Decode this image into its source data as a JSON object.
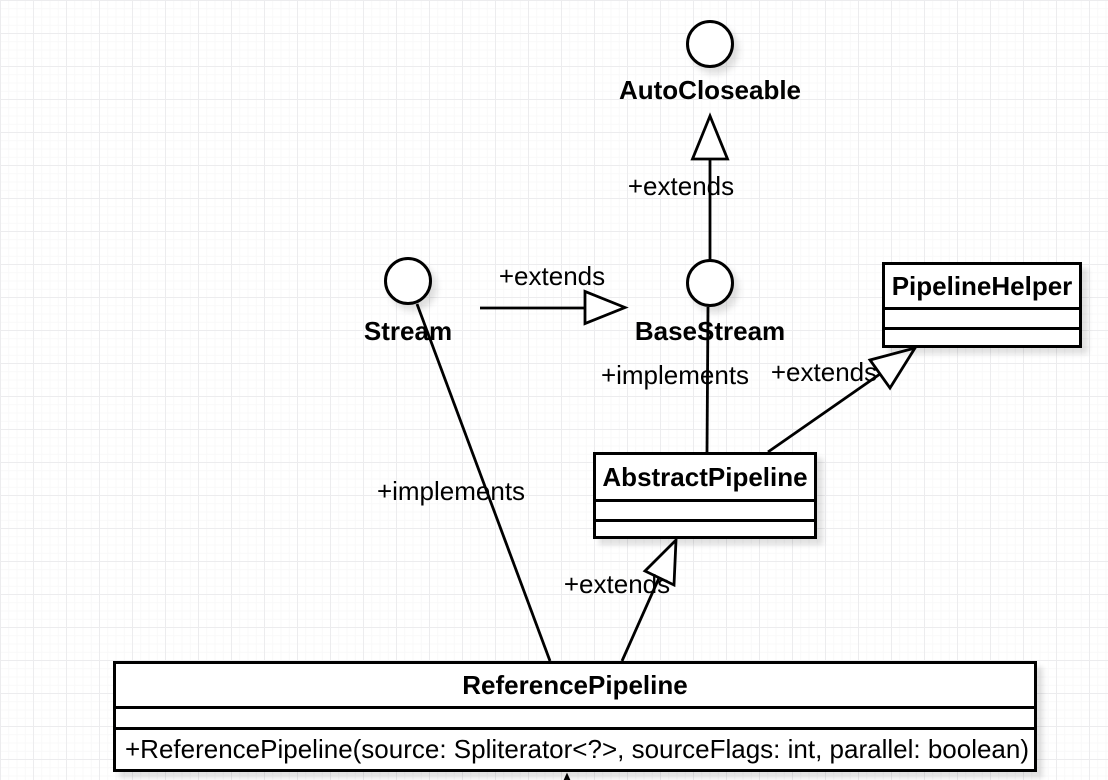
{
  "diagram": {
    "type": "uml-class-diagram",
    "nodes": {
      "autocloseable": {
        "label": "AutoCloseable",
        "kind": "interface"
      },
      "stream": {
        "label": "Stream",
        "kind": "interface"
      },
      "basestream": {
        "label": "BaseStream",
        "kind": "interface"
      },
      "pipelinehelper": {
        "label": "PipelineHelper",
        "kind": "class",
        "attributes": "",
        "methods": ""
      },
      "abstractpipeline": {
        "label": "AbstractPipeline",
        "kind": "class",
        "attributes": "",
        "methods": ""
      },
      "referencepipeline": {
        "label": "ReferencePipeline",
        "kind": "class",
        "attributes": "",
        "methods": "+ReferencePipeline(source: Spliterator<?>, sourceFlags: int, parallel: boolean)"
      }
    },
    "edges": [
      {
        "from": "BaseStream",
        "to": "AutoCloseable",
        "label": "+extends"
      },
      {
        "from": "Stream",
        "to": "BaseStream",
        "label": "+extends"
      },
      {
        "from": "AbstractPipeline",
        "to": "BaseStream",
        "label": "+implements"
      },
      {
        "from": "AbstractPipeline",
        "to": "PipelineHelper",
        "label": "+extends"
      },
      {
        "from": "ReferencePipeline",
        "to": "Stream",
        "label": "+implements"
      },
      {
        "from": "ReferencePipeline",
        "to": "AbstractPipeline",
        "label": "+extends"
      }
    ]
  }
}
